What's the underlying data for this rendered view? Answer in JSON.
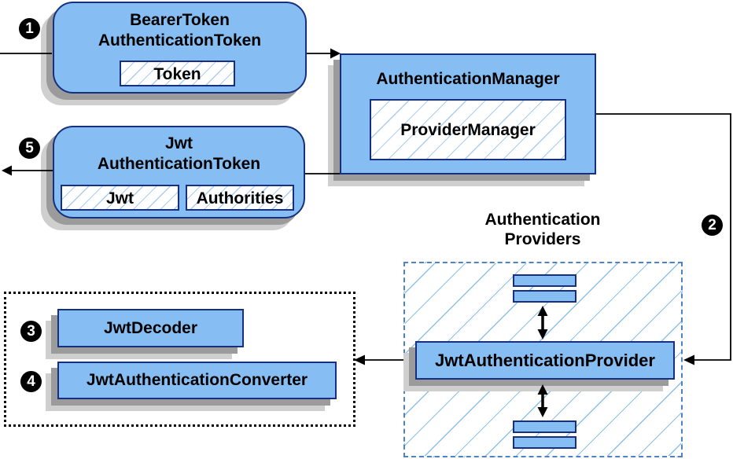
{
  "colors": {
    "box_fill": "#86bef3",
    "box_border": "#16307f",
    "hatch_line": "#aacdf0",
    "container_hatch_line": "#8fc0e8",
    "container_border": "#4d82c4",
    "shadow_dark": "#9b9b9b",
    "shadow_light": "#cfcfcf",
    "arrow_color": "#000000",
    "badge_bg": "#000000",
    "badge_text": "#ffffff"
  },
  "badges": {
    "step1": "1",
    "step2": "2",
    "step3": "3",
    "step4": "4",
    "step5": "5"
  },
  "bearer_token_box": {
    "title_line1": "BearerToken",
    "title_line2": "AuthenticationToken",
    "field": "Token"
  },
  "authentication_manager_box": {
    "title": "AuthenticationManager",
    "inner": "ProviderManager"
  },
  "jwt_token_box": {
    "title_line1": "Jwt",
    "title_line2": "AuthenticationToken",
    "field1": "Jwt",
    "field2": "Authorities"
  },
  "providers_group": {
    "label_line1": "Authentication",
    "label_line2": "Providers",
    "provider_box": "JwtAuthenticationProvider"
  },
  "decoder_group": {
    "decoder_box": "JwtDecoder",
    "converter_box": "JwtAuthenticationConverter"
  }
}
